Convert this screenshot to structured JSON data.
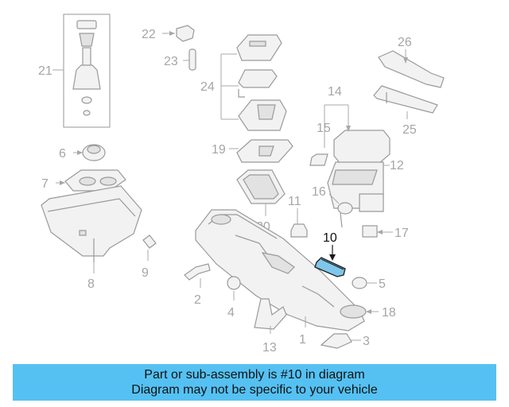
{
  "callouts": {
    "c1": "1",
    "c2": "2",
    "c3": "3",
    "c4": "4",
    "c5": "5",
    "c6": "6",
    "c7": "7",
    "c8": "8",
    "c9": "9",
    "c10": "10",
    "c11": "11",
    "c12": "12",
    "c13": "13",
    "c14": "14",
    "c15": "15",
    "c16": "16",
    "c17": "17",
    "c18": "18",
    "c19": "19",
    "c20": "20",
    "c21": "21",
    "c22": "22",
    "c23": "23",
    "c24": "24",
    "c25": "25",
    "c26": "26"
  },
  "highlight": {
    "part_number": "10",
    "color": "#7fc6ea"
  },
  "banner": {
    "line1": "Part or sub-assembly is #10 in diagram",
    "line2": "Diagram may not be specific to your vehicle",
    "color": "#55c1f3"
  }
}
